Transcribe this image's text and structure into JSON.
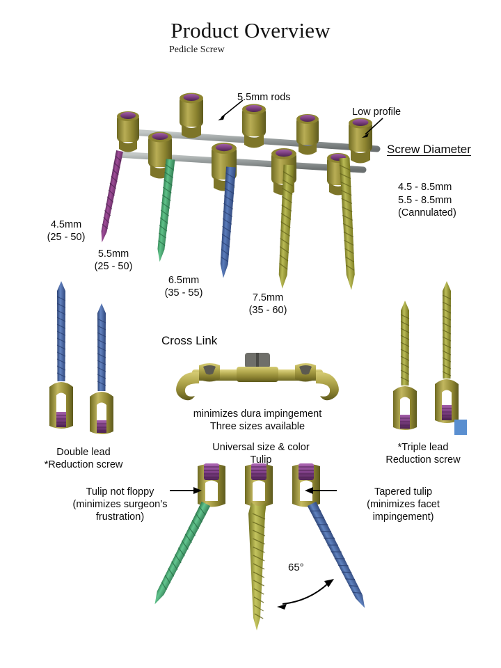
{
  "header": {
    "title": "Product Overview",
    "subtitle": "Pedicle Screw"
  },
  "callouts": {
    "rods": "5.5mm rods",
    "low_profile": "Low profile",
    "angle": "65°"
  },
  "screw_diameter": {
    "heading": "Screw Diameter",
    "line1": "4.5 - 8.5mm",
    "line2": "5.5 - 8.5mm",
    "line3": "(Cannulated)"
  },
  "sizes": [
    {
      "name": "size-4-5",
      "diameter": "4.5mm",
      "range": "(25 - 50)",
      "color": "#8e3f86"
    },
    {
      "name": "size-5-5",
      "diameter": "5.5mm",
      "range": "(25 - 50)",
      "color": "#3aa268"
    },
    {
      "name": "size-6-5",
      "diameter": "6.5mm",
      "range": "(35 - 55)",
      "color": "#3c5b9e"
    },
    {
      "name": "size-7-5",
      "diameter": "7.5mm",
      "range": "(35 - 60)",
      "color": "#9a9b32"
    }
  ],
  "cross_link": {
    "heading": "Cross Link",
    "caption_line1": "minimizes dura impingement",
    "caption_line2": "Three sizes available"
  },
  "left_group": {
    "line1": "Double lead",
    "line2": "*Reduction screw"
  },
  "right_group": {
    "line1": "*Triple lead",
    "line2": "Reduction screw"
  },
  "tulip_group": {
    "line1": "Universal size & color",
    "line2": "Tulip"
  },
  "tulip_left_note": {
    "line1": "Tulip not floppy",
    "line2": "(minimizes surgeon’s",
    "line3": "frustration)"
  },
  "tulip_right_note": {
    "line1": "Tapered tulip",
    "line2": "(minimizes facet",
    "line3": "impingement)"
  },
  "colors": {
    "gold": "#9d9337",
    "gold_light": "#c9bf63",
    "gold_dark": "#6f6a22",
    "purple_setscrew": "#7c3f7f",
    "rod_gray": "#9aa0a0",
    "blue_screw": "#46639f",
    "green_screw": "#4fae74",
    "olive_screw": "#9a9b32",
    "violet_screw": "#8e3f86",
    "artifact_blue": "#5a8fd0",
    "text": "#0b0b0b"
  }
}
